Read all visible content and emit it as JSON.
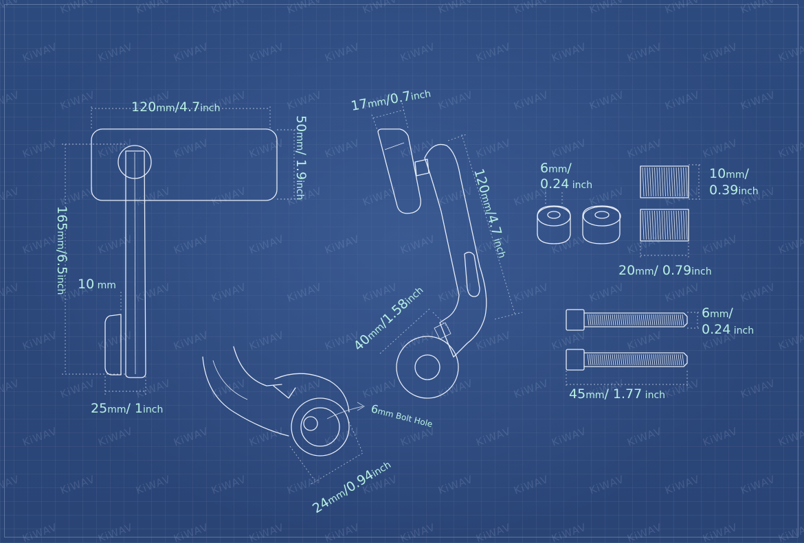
{
  "watermark": "KiWAV",
  "dimensions": {
    "width_120": {
      "value": "120",
      "unit1": "mm",
      "sep": "/",
      "value2": "4.7",
      "unit2": "inch"
    },
    "height_50": {
      "value": "50",
      "unit1": "mm",
      "sep": "/ ",
      "value2": "1.9",
      "unit2": "inch"
    },
    "height_165": {
      "value": "165",
      "unit1": "mm",
      "sep": "/",
      "value2": "6.5",
      "unit2": "inch"
    },
    "gap_10": {
      "value": "10",
      "unit1": " mm"
    },
    "width_25": {
      "value": "25",
      "unit1": "mm",
      "sep": "/ ",
      "value2": "1",
      "unit2": "inch"
    },
    "width_17": {
      "value": "17",
      "unit1": "mm",
      "sep": "/",
      "value2": "0.7",
      "unit2": "inch"
    },
    "arm_120": {
      "value": "120",
      "unit1": "mm",
      "sep": "/",
      "value2": "4.7",
      "unit2": " inch"
    },
    "arm_40": {
      "value": "40",
      "unit1": "mm",
      "sep": "/",
      "value2": "1.58",
      "unit2": "inch"
    },
    "clamp_24": {
      "value": "24",
      "unit1": "mm",
      "sep": "/",
      "value2": "0.94",
      "unit2": "inch"
    },
    "bolt_hole": {
      "value": "6",
      "unit1": "mm",
      "text": " Bolt Hole"
    },
    "spacer_6": {
      "value": "6",
      "unit1": "mm",
      "sep": "/",
      "value2": "0.24",
      "unit2": " inch"
    },
    "threaded_10": {
      "value": "10",
      "unit1": "mm",
      "sep": "/",
      "value2": "0.39",
      "unit2": "inch"
    },
    "threaded_20": {
      "value": "20",
      "unit1": "mm",
      "sep": "/ ",
      "value2": "0.79",
      "unit2": "inch"
    },
    "bolt_6": {
      "value": "6",
      "unit1": "mm",
      "sep": "/",
      "value2": "0.24",
      "unit2": " inch"
    },
    "bolt_45": {
      "value": "45",
      "unit1": "mm",
      "sep": "/ ",
      "value2": "1.77",
      "unit2": " inch"
    }
  }
}
